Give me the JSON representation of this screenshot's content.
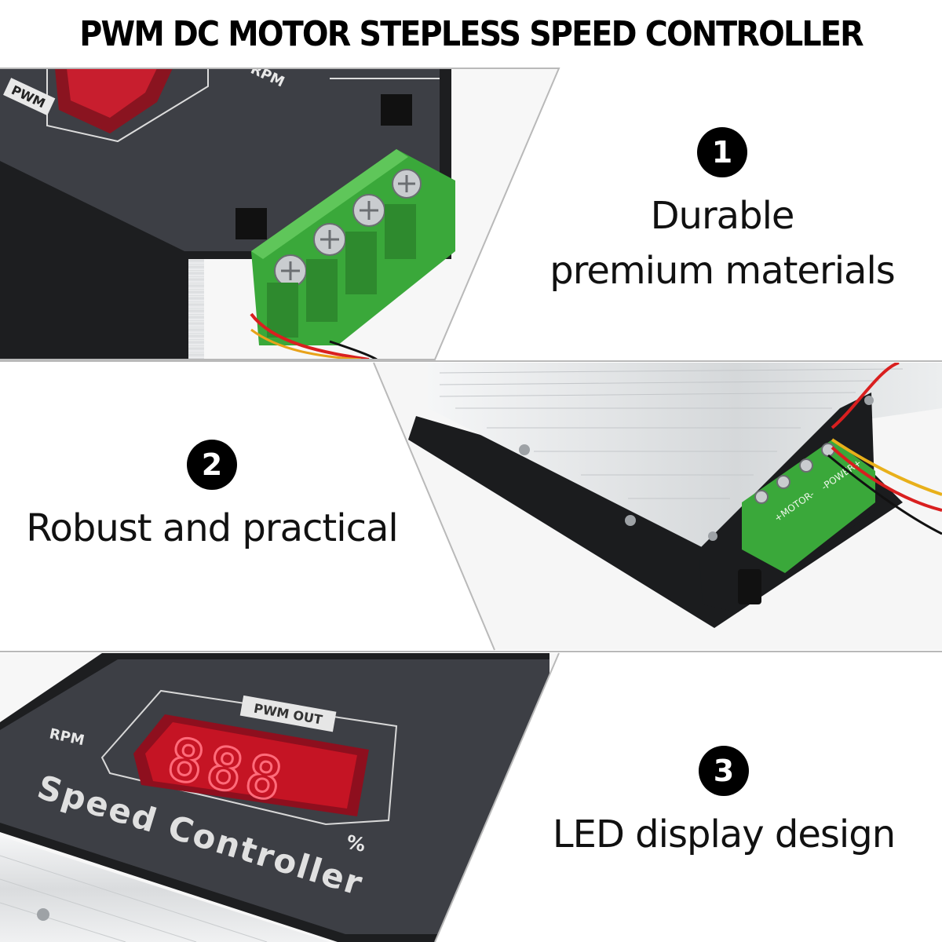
{
  "title": "PWM DC MOTOR STEPLESS SPEED CONTROLLER",
  "features": [
    {
      "number": "1",
      "line1": "Durable",
      "line2": "premium materials"
    },
    {
      "number": "2",
      "line1": "Robust and practical",
      "line2": ""
    },
    {
      "number": "3",
      "line1": "LED display design",
      "line2": ""
    }
  ],
  "panel_labels": {
    "top_pwm": "PWM",
    "top_rpm": "RPM",
    "bottom_rpm": "RPM",
    "bottom_pwm_out": "PWM OUT",
    "digits": "888",
    "speed_controller": "Speed Controller",
    "percent": "%",
    "terminal_motor": "+MOTOR-",
    "terminal_power": "-POWER+"
  },
  "colors": {
    "panel": "#3d3f45",
    "terminal_green": "#3fae3c",
    "led_red": "#d8122a",
    "aluminum": "#dfe2e4",
    "divider": "#b9b9b9"
  }
}
